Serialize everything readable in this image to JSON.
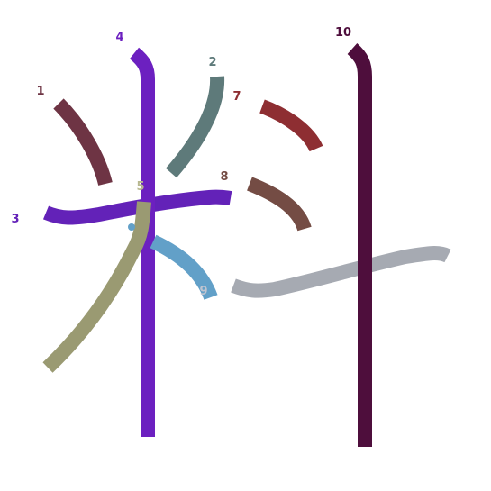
{
  "character": "料",
  "strokes": [
    {
      "order": "1",
      "color": "#6e3444"
    },
    {
      "order": "2",
      "color": "#5e7a7a"
    },
    {
      "order": "3",
      "color": "#6322b8"
    },
    {
      "order": "4",
      "color": "#6c20c0"
    },
    {
      "order": "5",
      "color": "#9a9a72"
    },
    {
      "order": "6",
      "color": "#62a0c8"
    },
    {
      "order": "7",
      "color": "#8e2e32"
    },
    {
      "order": "8",
      "color": "#744c44"
    },
    {
      "order": "9",
      "color": "#a6aab2"
    },
    {
      "order": "10",
      "color": "#4e0e3c"
    }
  ],
  "labels": [
    {
      "text": "1",
      "color": "#6e3444"
    },
    {
      "text": "2",
      "color": "#5e7a7a"
    },
    {
      "text": "3",
      "color": "#6322b8"
    },
    {
      "text": "4",
      "color": "#6c20c0"
    },
    {
      "text": "5",
      "color": "#b8b890"
    },
    {
      "text": "7",
      "color": "#8e2e32"
    },
    {
      "text": "8",
      "color": "#744c44"
    },
    {
      "text": "9",
      "color": "#c0c4d0"
    },
    {
      "text": "10",
      "color": "#4e0e3c"
    }
  ],
  "marker_color": "#62a0c8"
}
